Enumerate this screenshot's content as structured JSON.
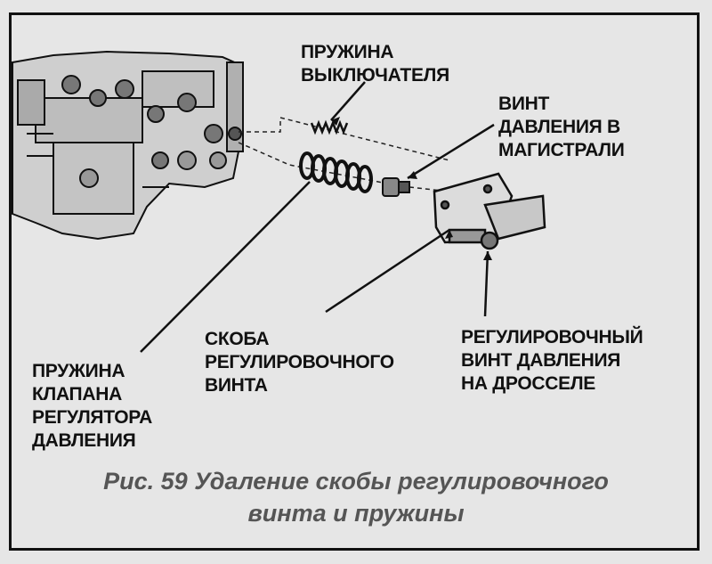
{
  "labels": {
    "switch_spring": [
      "ПРУЖИНА",
      "ВЫКЛЮЧАТЕЛЯ"
    ],
    "line_pressure_screw": [
      "ВИНТ",
      "ДАВЛЕНИЯ В",
      "МАГИСТРАЛИ"
    ],
    "regulator_valve_spring": [
      "ПРУЖИНА",
      "КЛАПАНА",
      "РЕГУЛЯТОРА",
      "ДАВЛЕНИЯ"
    ],
    "adjusting_screw_bracket": [
      "СКОБА",
      "РЕГУЛИРОВОЧНОГО",
      "ВИНТА"
    ],
    "throttle_pressure_screw": [
      "РЕГУЛИРОВОЧНЫЙ",
      "ВИНТ ДАВЛЕНИЯ",
      "НА ДРОССЕЛЕ"
    ]
  },
  "caption": [
    "Рис. 59 Удаление скобы регулировочного",
    "винта и пружины"
  ]
}
